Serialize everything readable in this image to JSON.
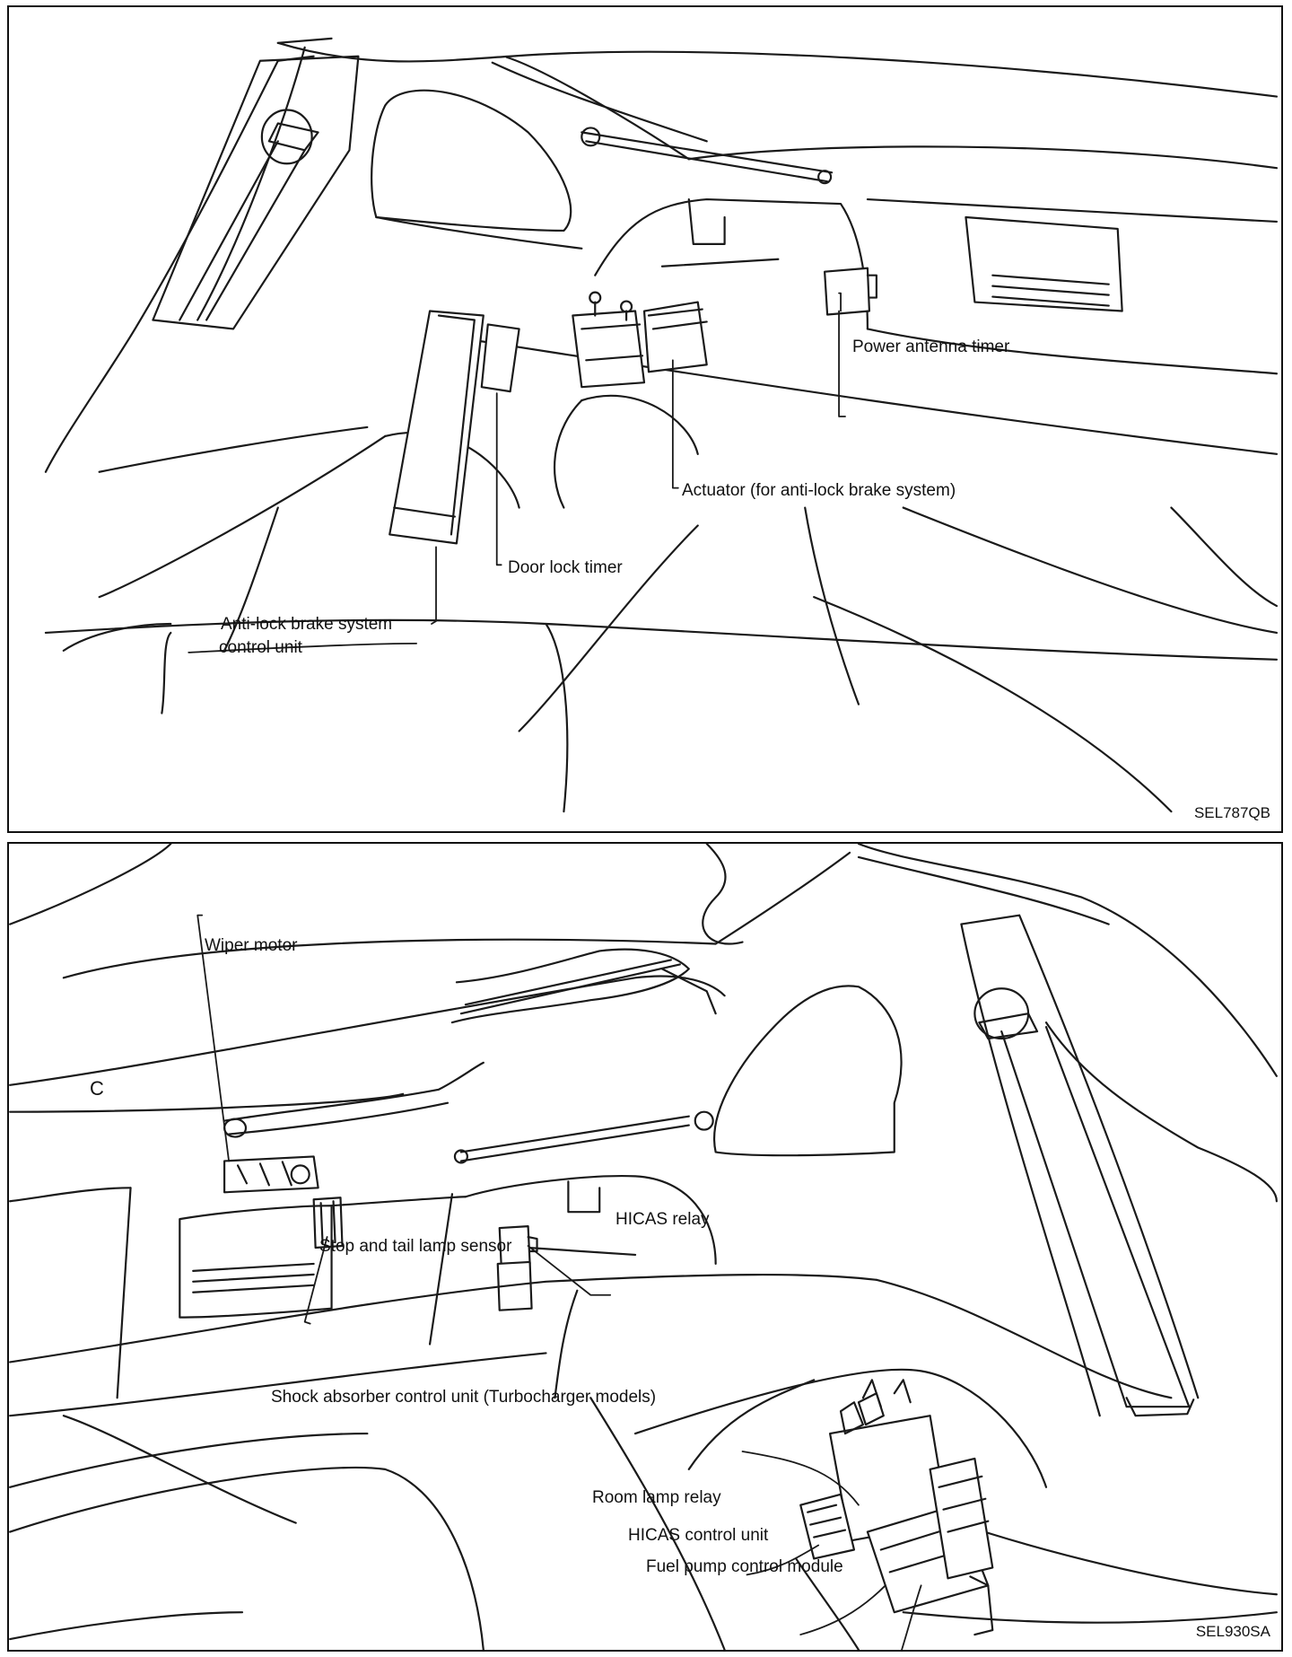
{
  "top_panel": {
    "labels": {
      "power_antenna_timer": "Power antenna timer",
      "actuator": "Actuator (for anti-lock brake system)",
      "door_lock_timer": "Door lock timer",
      "abs_control_unit_line1": "Anti-lock brake system",
      "abs_control_unit_line2": "control unit"
    },
    "code": "SEL787QB"
  },
  "bottom_panel": {
    "labels": {
      "wiper_motor": "Wiper motor",
      "mark_c": "C",
      "stop_tail_lamp_sensor": "Stop and tail lamp sensor",
      "hicas_relay": "HICAS relay",
      "shock_absorber_control_unit": "Shock absorber control unit (Turbocharger models)",
      "room_lamp_relay": "Room lamp relay",
      "hicas_control_unit": "HICAS control unit",
      "fuel_pump_control_module": "Fuel pump control module"
    },
    "code": "SEL930SA"
  }
}
